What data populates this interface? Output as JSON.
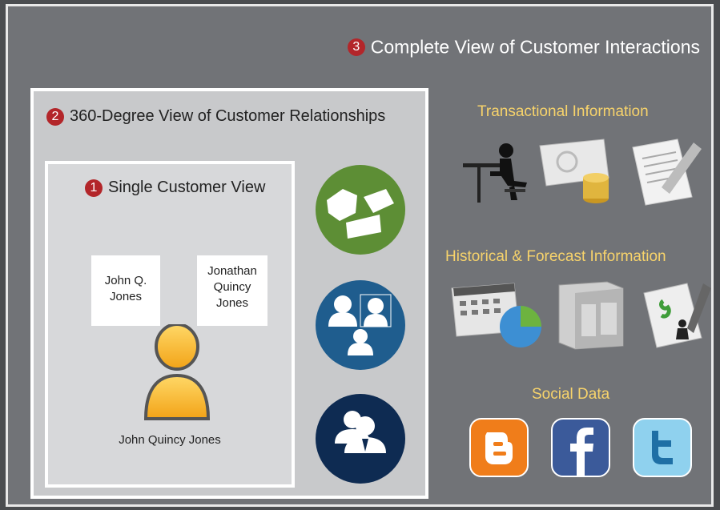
{
  "level3": {
    "num": "3",
    "title": "Complete View of Customer Interactions"
  },
  "level2": {
    "num": "2",
    "title": "360-Degree View of Customer Relationships"
  },
  "level1": {
    "num": "1",
    "title": "Single Customer View",
    "alias_a": [
      "John Q.",
      "Jones"
    ],
    "alias_b": [
      "Jonathan",
      "Quincy",
      "Jones"
    ],
    "name": "John Quincy Jones"
  },
  "circles": [
    {
      "icon": "houses-icon",
      "color": "#5d8e35"
    },
    {
      "icon": "family-icon",
      "color": "#1f5d8e"
    },
    {
      "icon": "business-people-icon",
      "color": "#0e2b52"
    }
  ],
  "sections": {
    "transactional": {
      "title": "Transactional Information",
      "icons": [
        "desk-worker-icon",
        "coins-check-icon",
        "document-pen-icon"
      ]
    },
    "historical": {
      "title": "Historical & Forecast Information",
      "icons": [
        "calendar-chart-icon",
        "file-cabinet-icon",
        "report-docs-icon"
      ]
    },
    "social": {
      "title": "Social Data",
      "icons": [
        "blogger-icon",
        "facebook-icon",
        "twitter-icon"
      ]
    }
  },
  "colors": {
    "accent_red": "#b3262a",
    "heading_yellow": "#f7d36b"
  }
}
